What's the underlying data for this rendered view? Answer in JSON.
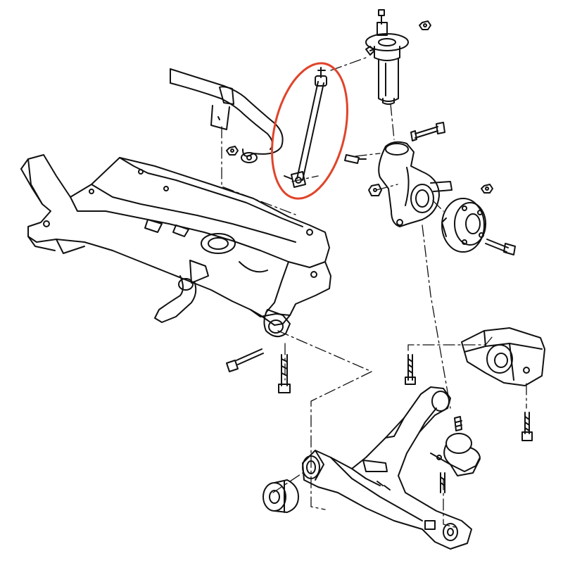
{
  "diagram": {
    "parts": [
      {
        "id": "stabilizer-bar",
        "icon": "anti-roll-bar"
      },
      {
        "id": "stabilizer-link",
        "icon": "drop-link",
        "highlighted": true
      },
      {
        "id": "strut",
        "icon": "shock-absorber"
      },
      {
        "id": "steering-knuckle",
        "icon": "knuckle"
      },
      {
        "id": "wheel-hub",
        "icon": "hub-bearing"
      },
      {
        "id": "subframe",
        "icon": "crossmember"
      },
      {
        "id": "control-arm",
        "icon": "wishbone"
      },
      {
        "id": "ball-joint",
        "icon": "ball-joint"
      },
      {
        "id": "rear-bushing-bracket",
        "icon": "bushing-bracket"
      },
      {
        "id": "front-bushing",
        "icon": "rubber-bushing"
      }
    ],
    "colors": {
      "line": "#111111",
      "highlight": "#e0442a",
      "background": "#ffffff"
    }
  }
}
